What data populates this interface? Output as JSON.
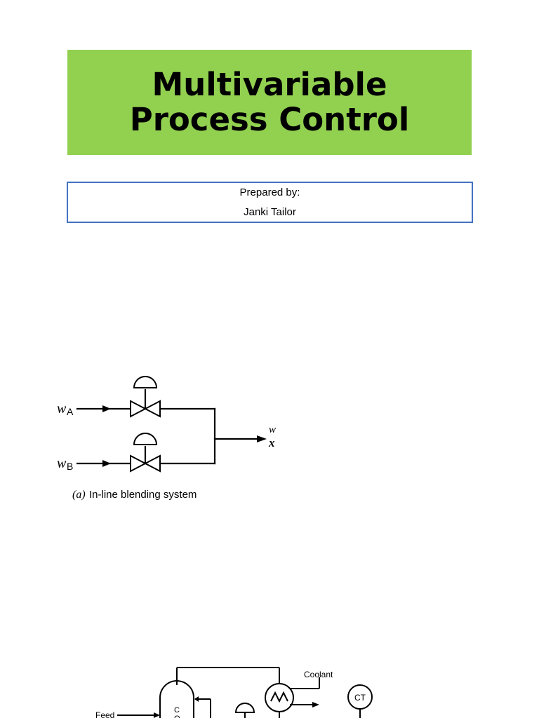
{
  "title": {
    "line1": "Multivariable",
    "line2": "Process Control",
    "background": "#92d050"
  },
  "author": {
    "prepared_label": "Prepared by:",
    "name": "Janki Tailor",
    "border_color": "#4472c4"
  },
  "figure_a": {
    "input_a_symbol": "w",
    "input_a_sub": "A",
    "input_b_symbol": "w",
    "input_b_sub": "B",
    "output_w": "w",
    "output_x": "x",
    "caption_label": "(a)",
    "caption_text": "In-line blending system"
  },
  "figure_b": {
    "coolant_label": "Coolant",
    "feed_label": "Feed",
    "column_letter_1": "C",
    "column_letter_2": "O",
    "controller_label": "CT"
  }
}
